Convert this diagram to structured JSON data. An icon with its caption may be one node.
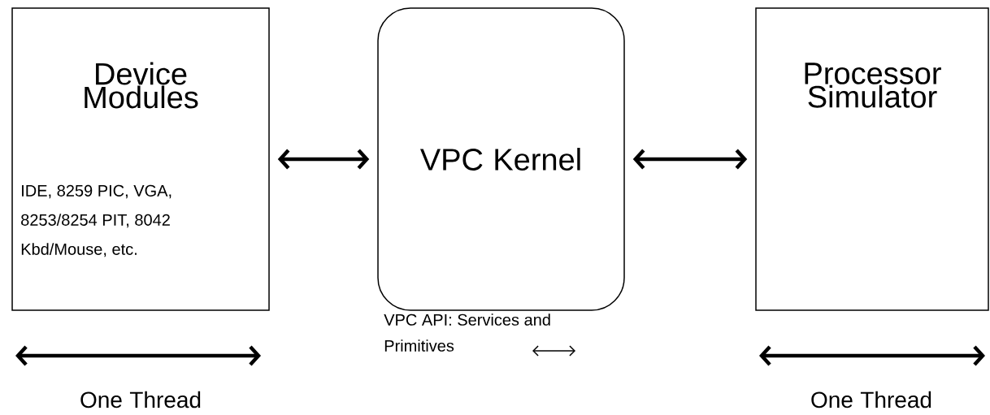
{
  "diagram": {
    "nodes": [
      {
        "text": [
          "Device Modules",
          "IDE, 8259 PIC, VGA, 8253/8254 PIT, 8042 Kbd/Mouse, etc."
        ]
      },
      {
        "text": [
          "VPC Kernel"
        ]
      },
      {
        "text": [
          "Processor Simulator"
        ]
      }
    ],
    "edges": [
      {
        "from": 0,
        "to": 1,
        "arrow": "both"
      },
      {
        "from": 1,
        "to": 2,
        "arrow": "both"
      }
    ],
    "labels": [
      "One Thread",
      "One Thread"
    ],
    "legend": [
      {
        "text": "VPC API: Services and Primitives"
      }
    ]
  }
}
